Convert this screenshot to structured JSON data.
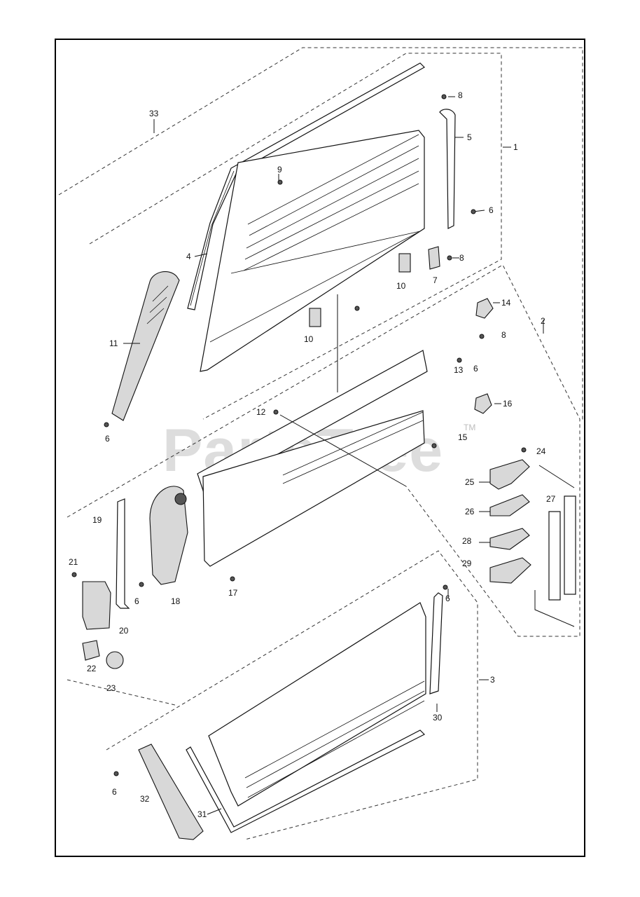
{
  "watermark": {
    "text": "PartsTree",
    "trademark": "TM"
  },
  "callouts": [
    "1",
    "2",
    "3",
    "4",
    "5",
    "6",
    "7",
    "8",
    "9",
    "10",
    "11",
    "12",
    "13",
    "14",
    "15",
    "16",
    "17",
    "18",
    "19",
    "20",
    "21",
    "22",
    "23",
    "24",
    "25",
    "26",
    "27",
    "28",
    "29",
    "30",
    "31",
    "32",
    "33"
  ]
}
